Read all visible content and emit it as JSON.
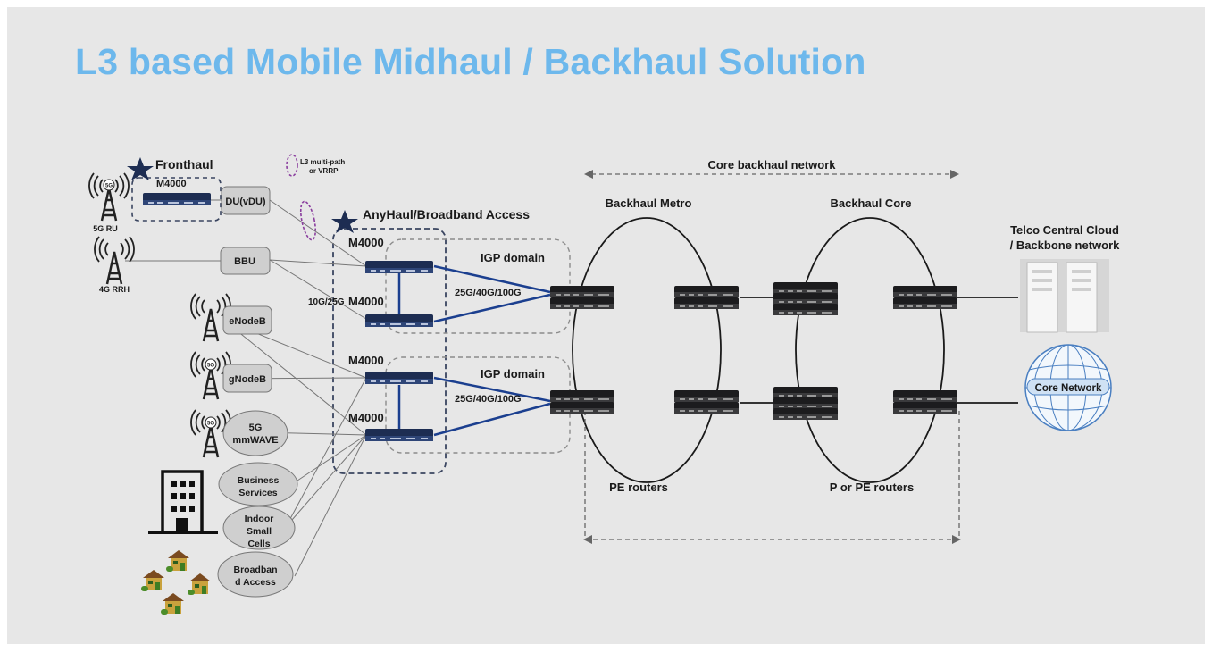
{
  "title": "L3 based Mobile Midhaul / Backhaul Solution",
  "labels": {
    "fronthaul": "Fronthaul",
    "anyhaul": "AnyHaul/Broadband Access",
    "multipath_1": "L3 multi-path",
    "multipath_2": "or VRRP",
    "core_backhaul": "Core backhaul network",
    "backhaul_metro": "Backhaul Metro",
    "backhaul_core": "Backhaul Core",
    "telco_1": "Telco Central Cloud",
    "telco_2": "/ Backbone network",
    "core_network": "Core Network",
    "pe_routers": "PE routers",
    "p_pe_routers": "P or PE routers",
    "igp_domain": "IGP domain",
    "speed": "25G/40G/100G",
    "speed_access": "10G/25G",
    "m4000": "M4000",
    "ru_5g": "5G RU",
    "rrh_4g": "4G RRH",
    "badge_5g": "5G"
  },
  "nodes": {
    "du": "DU(vDU)",
    "bbu": "BBU",
    "enodeb": "eNodeB",
    "gnodeb": "gNodeB",
    "mmwave_1": "5G",
    "mmwave_2": "mmWAVE",
    "business_1": "Business",
    "business_2": "Services",
    "indoor_1": "Indoor",
    "indoor_2": "Small",
    "indoor_3": "Cells",
    "broadband_1": "Broadban",
    "broadband_2": "d Access"
  },
  "colors": {
    "title": "#6db8ec",
    "link_blue": "#1b3f8f",
    "device": "#1d2d52",
    "multipath": "#8a3d9e"
  }
}
